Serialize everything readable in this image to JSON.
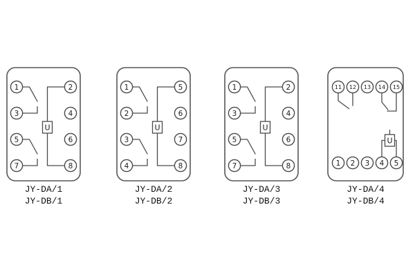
{
  "page": {
    "background": "#ffffff",
    "line_color": "#4a4a4a",
    "text_color": "#1a1a1a"
  },
  "panels": [
    {
      "name": "panel-1",
      "labels": [
        "JY-DA/1",
        "JY-DB/1"
      ],
      "unit_label": "U",
      "left_terminals": [
        "1",
        "3",
        "5",
        "7"
      ],
      "right_terminals": [
        "2",
        "4",
        "6",
        "8"
      ]
    },
    {
      "name": "panel-2",
      "labels": [
        "JY-DA/2",
        "JY-DB/2"
      ],
      "unit_label": "U",
      "left_terminals": [
        "1",
        "2",
        "3",
        "4"
      ],
      "right_terminals": [
        "5",
        "6",
        "7",
        "8"
      ]
    },
    {
      "name": "panel-3",
      "labels": [
        "JY-DA/3",
        "JY-DB/3"
      ],
      "unit_label": "U",
      "left_terminals": [
        "1",
        "3",
        "5",
        "7"
      ],
      "right_terminals": [
        "2",
        "4",
        "6",
        "8"
      ]
    },
    {
      "name": "panel-4",
      "labels": [
        "JY-DA/4",
        "JY-DB/4"
      ],
      "unit_label": "U",
      "top_terminals": [
        "11",
        "12",
        "13",
        "14",
        "15"
      ],
      "bottom_terminals": [
        "1",
        "2",
        "3",
        "4",
        "5"
      ]
    }
  ]
}
